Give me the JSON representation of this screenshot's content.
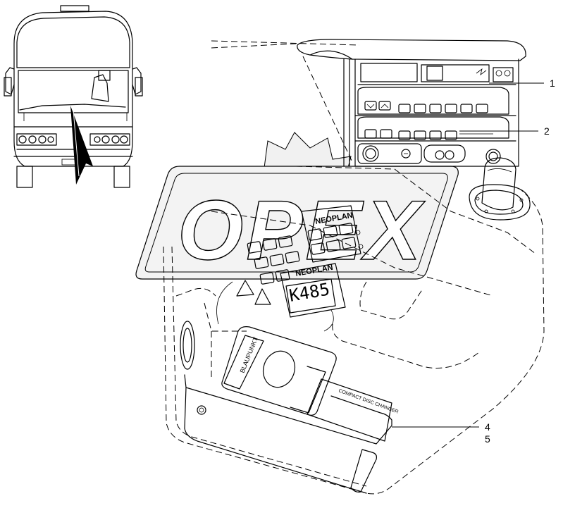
{
  "watermark": {
    "text": "OPEX"
  },
  "panel": {
    "brand_upper": "NEOPLAN",
    "brand_lower": "NEOPLAN",
    "display_readout": "K485",
    "radio_brand": "BLAUPUNKT",
    "changer_label": "COMPACT DISC CHANGER"
  },
  "callouts": [
    {
      "id": "1",
      "label": "1"
    },
    {
      "id": "2",
      "label": "2"
    },
    {
      "id": "4",
      "label": "4"
    },
    {
      "id": "5",
      "label": "5"
    }
  ]
}
